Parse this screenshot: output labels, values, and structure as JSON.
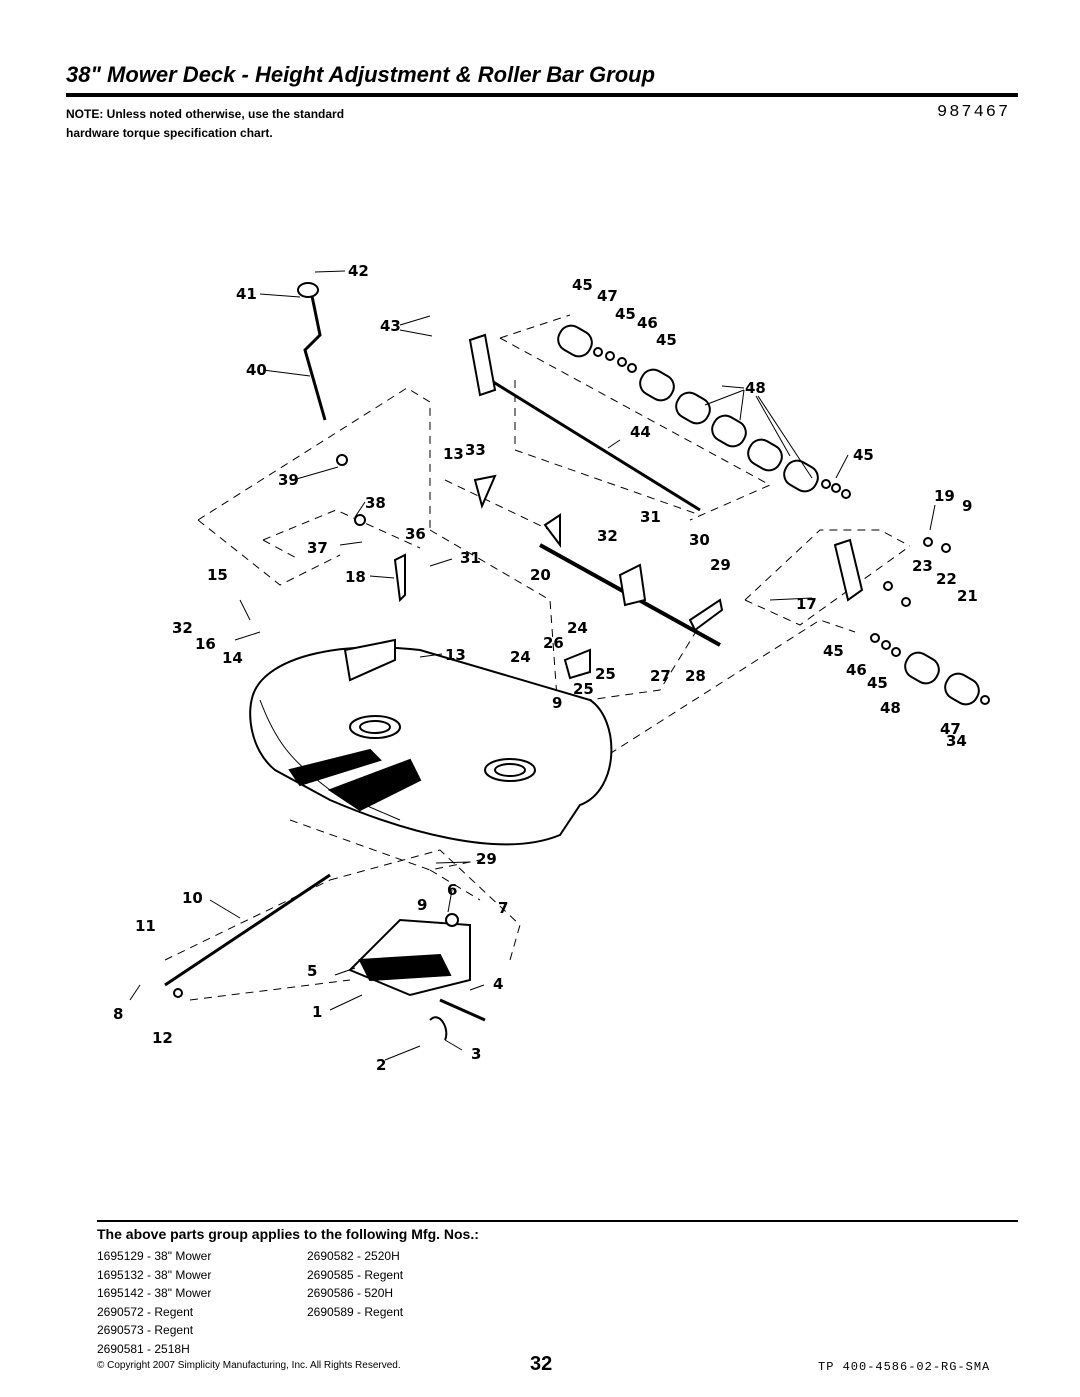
{
  "header": {
    "title": "38\" Mower Deck - Height Adjustment & Roller Bar Group",
    "note": "NOTE: Unless noted otherwise, use the standard hardware torque specification chart.",
    "diagram_number": "987467"
  },
  "diagram": {
    "callouts": {
      "c42": "42",
      "c41": "41",
      "c43": "43",
      "c40": "40",
      "c39": "39",
      "c13a": "13",
      "c33": "33",
      "c38": "38",
      "c36": "36",
      "c37": "37",
      "c15": "15",
      "c18": "18",
      "c31a": "31",
      "c32a": "32",
      "c16": "16",
      "c14": "14",
      "c13b": "13",
      "c45a": "45",
      "c47a": "47",
      "c45b": "45",
      "c46a": "46",
      "c45c": "45",
      "c48a": "48",
      "c44": "44",
      "c45d": "45",
      "c31b": "31",
      "c32b": "32",
      "c30": "30",
      "c29a": "29",
      "c20": "20",
      "c24a": "24",
      "c26": "26",
      "c24b": "24",
      "c25a": "25",
      "c25b": "25",
      "c27": "27",
      "c28": "28",
      "c9a": "9",
      "c19": "19",
      "c9b": "9",
      "c23": "23",
      "c22": "22",
      "c21": "21",
      "c17": "17",
      "c45e": "45",
      "c46b": "46",
      "c45f": "45",
      "c48b": "48",
      "c47b": "47",
      "c34": "34",
      "c29b": "29",
      "c10": "10",
      "c11": "11",
      "c6": "6",
      "c9c": "9",
      "c7": "7",
      "c5": "5",
      "c4": "4",
      "c8": "8",
      "c1": "1",
      "c12": "12",
      "c2": "2",
      "c3": "3"
    }
  },
  "applicability": {
    "heading": "The above parts group applies to the following Mfg. Nos.:",
    "col1": [
      "1695129 - 38\" Mower",
      "1695132 - 38\" Mower",
      "1695142 - 38\" Mower",
      "2690572 - Regent",
      "2690573 - Regent",
      "2690581 - 2518H"
    ],
    "col2": [
      "2690582 - 2520H",
      "2690585 - Regent",
      "2690586 - 520H",
      "2690589 - Regent"
    ]
  },
  "footer": {
    "copyright": "© Copyright 2007 Simplicity Manufacturing, Inc. All Rights Reserved.",
    "page_number": "32",
    "doc_code": "TP 400-4586-02-RG-SMA"
  }
}
